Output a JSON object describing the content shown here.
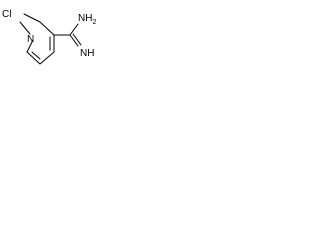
{
  "structure": {
    "atoms": {
      "chlorine": "Cl",
      "ring_nitrogen": "N",
      "amine": {
        "main": "NH",
        "subscript": "2"
      },
      "imine": "NH"
    }
  }
}
